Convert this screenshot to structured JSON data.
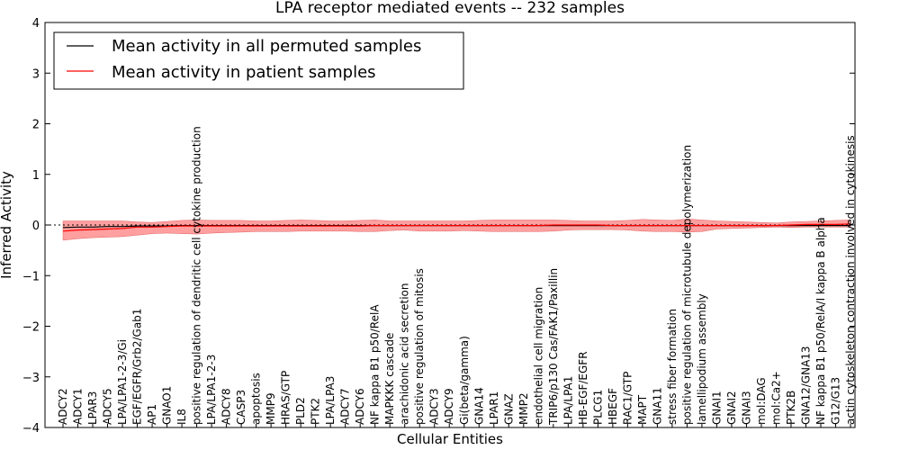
{
  "chart_data": {
    "type": "line",
    "title": "LPA receptor mediated events -- 232 samples",
    "xlabel": "Cellular Entities",
    "ylabel": "Inferred Activity",
    "ylim": [
      -4,
      4
    ],
    "yticks": [
      -4,
      -3,
      -2,
      -1,
      0,
      1,
      2,
      3,
      4
    ],
    "grid": false,
    "legend_position": "top-left",
    "categories": [
      "ADCY2",
      "ADCY1",
      "LPAR3",
      "ADCY5",
      "LPA/LPA1-2-3/Gi",
      "EGF/EGFR/Grb2/Gab1",
      "AP1",
      "GNAO1",
      "IL8",
      "positive regulation of dendritic cell cytokine production",
      "LPA/LPA1-2-3",
      "ADCY8",
      "CASP3",
      "apoptosis",
      "MMP9",
      "HRAS/GTP",
      "PLD2",
      "PTK2",
      "LPA/LPA3",
      "ADCY7",
      "ADCY6",
      "NF kappa B1 p50/RelA",
      "MAPKKK cascade",
      "arachidonic acid secretion",
      "positive regulation of mitosis",
      "ADCY3",
      "ADCY9",
      "Gi(beta/gamma)",
      "GNA14",
      "LPAR1",
      "GNAZ",
      "MMP2",
      "endothelial cell migration",
      "TRIP6/p130 Cas/FAK1/Paxillin",
      "LPA/LPA1",
      "HB-EGF/EGFR",
      "PLCG1",
      "HBEGF",
      "RAC1/GTP",
      "MAPT",
      "GNA11",
      "stress fiber formation",
      "positive regulation of microtubule depolymerization",
      "lamellipodium assembly",
      "GNAI1",
      "GNAI2",
      "GNAI3",
      "mol:DAG",
      "mol:Ca2+",
      "PTK2B",
      "GNA12/GNA13",
      "NF kappa B1 p50/RelA/I kappa B alpha",
      "G12/G13",
      "actin cytoskeleton contraction involved in cytokinesis"
    ],
    "series": [
      {
        "name": "Mean activity in all permuted samples",
        "color": "#000000",
        "values": [
          -0.05,
          -0.04,
          -0.04,
          -0.03,
          -0.03,
          -0.02,
          -0.02,
          -0.02,
          -0.01,
          -0.01,
          -0.01,
          -0.01,
          -0.01,
          -0.01,
          -0.01,
          -0.01,
          -0.01,
          -0.01,
          -0.01,
          -0.01,
          -0.01,
          -0.01,
          -0.01,
          -0.01,
          -0.01,
          -0.01,
          -0.01,
          -0.01,
          -0.01,
          -0.01,
          -0.01,
          -0.01,
          -0.01,
          -0.01,
          -0.01,
          -0.01,
          -0.01,
          -0.01,
          -0.01,
          -0.01,
          -0.01,
          -0.01,
          -0.01,
          -0.01,
          -0.01,
          -0.01,
          -0.01,
          -0.01,
          -0.01,
          -0.01,
          -0.01,
          -0.01,
          -0.01,
          -0.01
        ]
      },
      {
        "name": "Mean activity in patient samples",
        "color": "#ff0000",
        "values": [
          -0.12,
          -0.1,
          -0.09,
          -0.08,
          -0.07,
          -0.04,
          -0.04,
          -0.03,
          -0.02,
          -0.02,
          -0.02,
          -0.02,
          -0.02,
          -0.02,
          -0.02,
          -0.02,
          -0.02,
          -0.02,
          -0.02,
          -0.02,
          -0.02,
          -0.01,
          -0.01,
          -0.01,
          -0.01,
          -0.01,
          -0.01,
          -0.01,
          -0.01,
          -0.01,
          -0.01,
          -0.01,
          -0.01,
          0.0,
          0.0,
          0.0,
          0.0,
          -0.01,
          -0.01,
          -0.01,
          -0.01,
          -0.01,
          -0.01,
          -0.01,
          -0.01,
          -0.01,
          -0.01,
          -0.01,
          -0.01,
          0.0,
          0.01,
          0.01,
          0.01,
          0.02
        ]
      }
    ],
    "band": {
      "color": "#ff7f7f",
      "upper": [
        0.08,
        0.08,
        0.08,
        0.08,
        0.08,
        0.06,
        0.05,
        0.07,
        0.09,
        0.1,
        0.09,
        0.09,
        0.09,
        0.08,
        0.08,
        0.09,
        0.1,
        0.09,
        0.08,
        0.08,
        0.09,
        0.1,
        0.08,
        0.08,
        0.08,
        0.08,
        0.08,
        0.08,
        0.09,
        0.1,
        0.1,
        0.1,
        0.1,
        0.1,
        0.09,
        0.08,
        0.08,
        0.08,
        0.09,
        0.11,
        0.1,
        0.09,
        0.12,
        0.1,
        0.08,
        0.07,
        0.06,
        0.05,
        0.04,
        0.06,
        0.07,
        0.08,
        0.09,
        0.1
      ],
      "lower": [
        -0.3,
        -0.27,
        -0.25,
        -0.24,
        -0.23,
        -0.2,
        -0.17,
        -0.16,
        -0.17,
        -0.18,
        -0.16,
        -0.15,
        -0.14,
        -0.13,
        -0.13,
        -0.13,
        -0.12,
        -0.12,
        -0.12,
        -0.12,
        -0.13,
        -0.13,
        -0.11,
        -0.1,
        -0.12,
        -0.12,
        -0.12,
        -0.11,
        -0.12,
        -0.13,
        -0.13,
        -0.13,
        -0.13,
        -0.12,
        -0.1,
        -0.09,
        -0.09,
        -0.09,
        -0.1,
        -0.12,
        -0.13,
        -0.13,
        -0.14,
        -0.13,
        -0.08,
        -0.07,
        -0.06,
        -0.05,
        -0.04,
        -0.05,
        -0.04,
        -0.04,
        -0.04,
        -0.04
      ]
    }
  }
}
